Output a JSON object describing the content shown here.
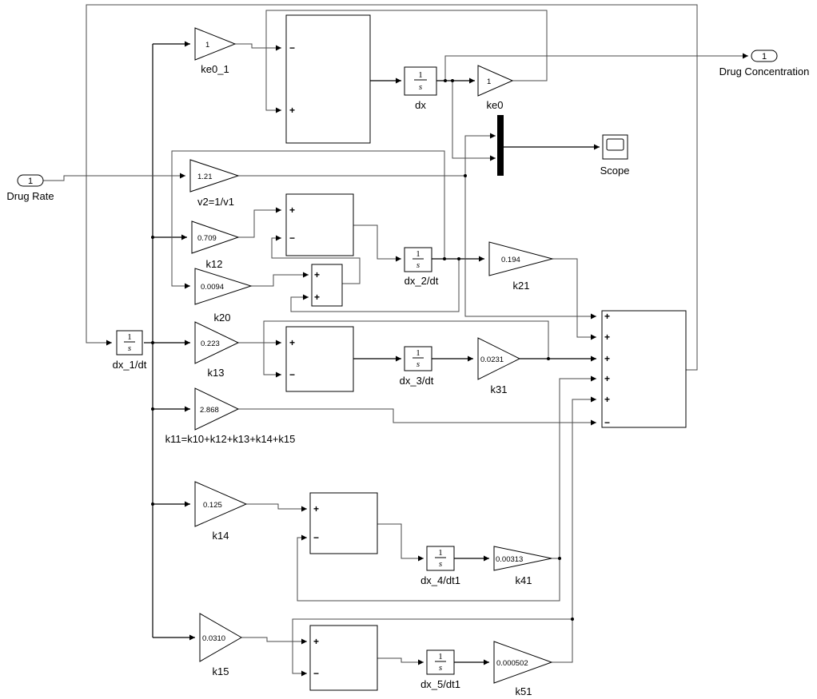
{
  "ports": {
    "in_number": "1",
    "in_label": "Drug Rate",
    "out_number": "1",
    "out_label": "Drug Concentration"
  },
  "gains": {
    "ke0_1": {
      "value": "1",
      "label": "ke0_1"
    },
    "ke0": {
      "value": "1",
      "label": "ke0"
    },
    "v2": {
      "value": "1.21",
      "label": "v2=1/v1"
    },
    "k12": {
      "value": "0.709",
      "label": "k12"
    },
    "k20": {
      "value": "0.0094",
      "label": "k20"
    },
    "k21": {
      "value": "0.194",
      "label": "k21"
    },
    "k13": {
      "value": "0.223",
      "label": "k13"
    },
    "k31": {
      "value": "0.0231",
      "label": "k31"
    },
    "k11": {
      "value": "2.868",
      "label": "k11=k10+k12+k13+k14+k15"
    },
    "k14": {
      "value": "0.125",
      "label": "k14"
    },
    "k41": {
      "value": "0.00313",
      "label": "k41"
    },
    "k15": {
      "value": "0.0310",
      "label": "k15"
    },
    "k51": {
      "value": "0.000502",
      "label": "k51"
    }
  },
  "integrators": {
    "numerator": "1",
    "denominator": "s",
    "dx": "dx",
    "dx_1": "dx_1/dt",
    "dx_2": "dx_2/dt",
    "dx_3": "dx_3/dt",
    "dx_4": "dx_4/dt1",
    "dx_5": "dx_5/dt1"
  },
  "scope": {
    "label": "Scope"
  },
  "signs": {
    "plus": "+",
    "minus": "−"
  }
}
